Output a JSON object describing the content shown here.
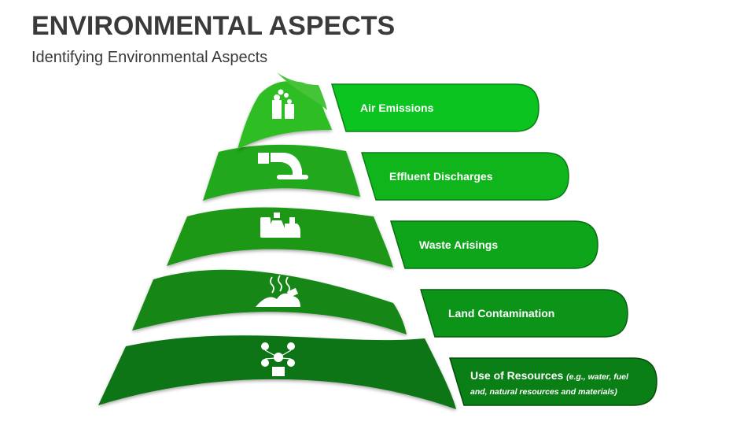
{
  "header": {
    "title": "ENVIRONMENTAL ASPECTS",
    "subtitle": "Identifying Environmental Aspects"
  },
  "colors": {
    "tier1": "#2fbd22",
    "tier2": "#22a81b",
    "tier3": "#1b9818",
    "tier4": "#148714",
    "tier5": "#0f7512",
    "band1": "#0cc41f",
    "band2": "#10b51c",
    "band3": "#0ea51a",
    "band4": "#0c9418",
    "band5": "#0a7f15"
  },
  "aspects": [
    {
      "label": "Air Emissions",
      "icon": "factory-smoke-icon"
    },
    {
      "label": "Effluent Discharges",
      "icon": "pipe-discharge-icon"
    },
    {
      "label": "Waste Arisings",
      "icon": "chemical-containers-icon"
    },
    {
      "label": "Land Contamination",
      "icon": "landfill-waste-icon"
    },
    {
      "label": "Use of Resources",
      "note": "(e.g., water, fuel and, natural resources and materials)",
      "icon": "resources-network-icon"
    }
  ]
}
